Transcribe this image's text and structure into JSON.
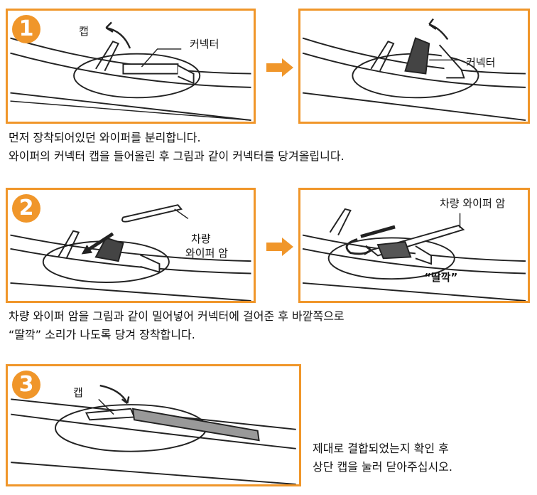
{
  "step1": {
    "number": "1",
    "left_panel": {
      "cap_label": "캡",
      "connector_label": "커넥터"
    },
    "right_panel": {
      "connector_label": "커넥터"
    },
    "desc_line1": "먼저 장착되어있던 와이퍼를 분리합니다.",
    "desc_line2": "와이퍼의 커넥터 캡을 들어올린 후 그림과 같이 커넥터를 당겨올립니다."
  },
  "step2": {
    "number": "2",
    "left_panel": {
      "arm_label_line1": "차량",
      "arm_label_line2": "와이퍼 암"
    },
    "right_panel": {
      "arm_label": "차량 와이퍼 암",
      "click_label": "“딸깍”"
    },
    "desc_line1": "차량 와이퍼 암을 그림과 같이 밀어넣어 커넥터에 걸어준 후 바깥쪽으로",
    "desc_line2": "“딸깍” 소리가 나도록 당겨 장착합니다."
  },
  "step3": {
    "number": "3",
    "cap_label": "캡",
    "desc_line1": "제대로 결합되었는지 확인 후",
    "desc_line2": "상단 캡을 눌러 닫아주십시오."
  },
  "colors": {
    "accent": "#f0962a",
    "line": "#222222"
  }
}
